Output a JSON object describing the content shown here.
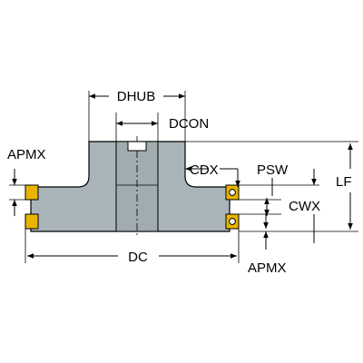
{
  "colors": {
    "body": "#a9b4b8",
    "core": "#a1acb1",
    "insert": "#e8b400",
    "line": "#000000",
    "background": "#ffffff"
  },
  "labels": {
    "dhub": "DHUB",
    "dcon": "DCON",
    "apmx_top": "APMX",
    "cdx": "CDX",
    "psw": "PSW",
    "lf": "LF",
    "cwx": "CWX",
    "dc": "DC",
    "apmx_bottom": "APMX"
  }
}
